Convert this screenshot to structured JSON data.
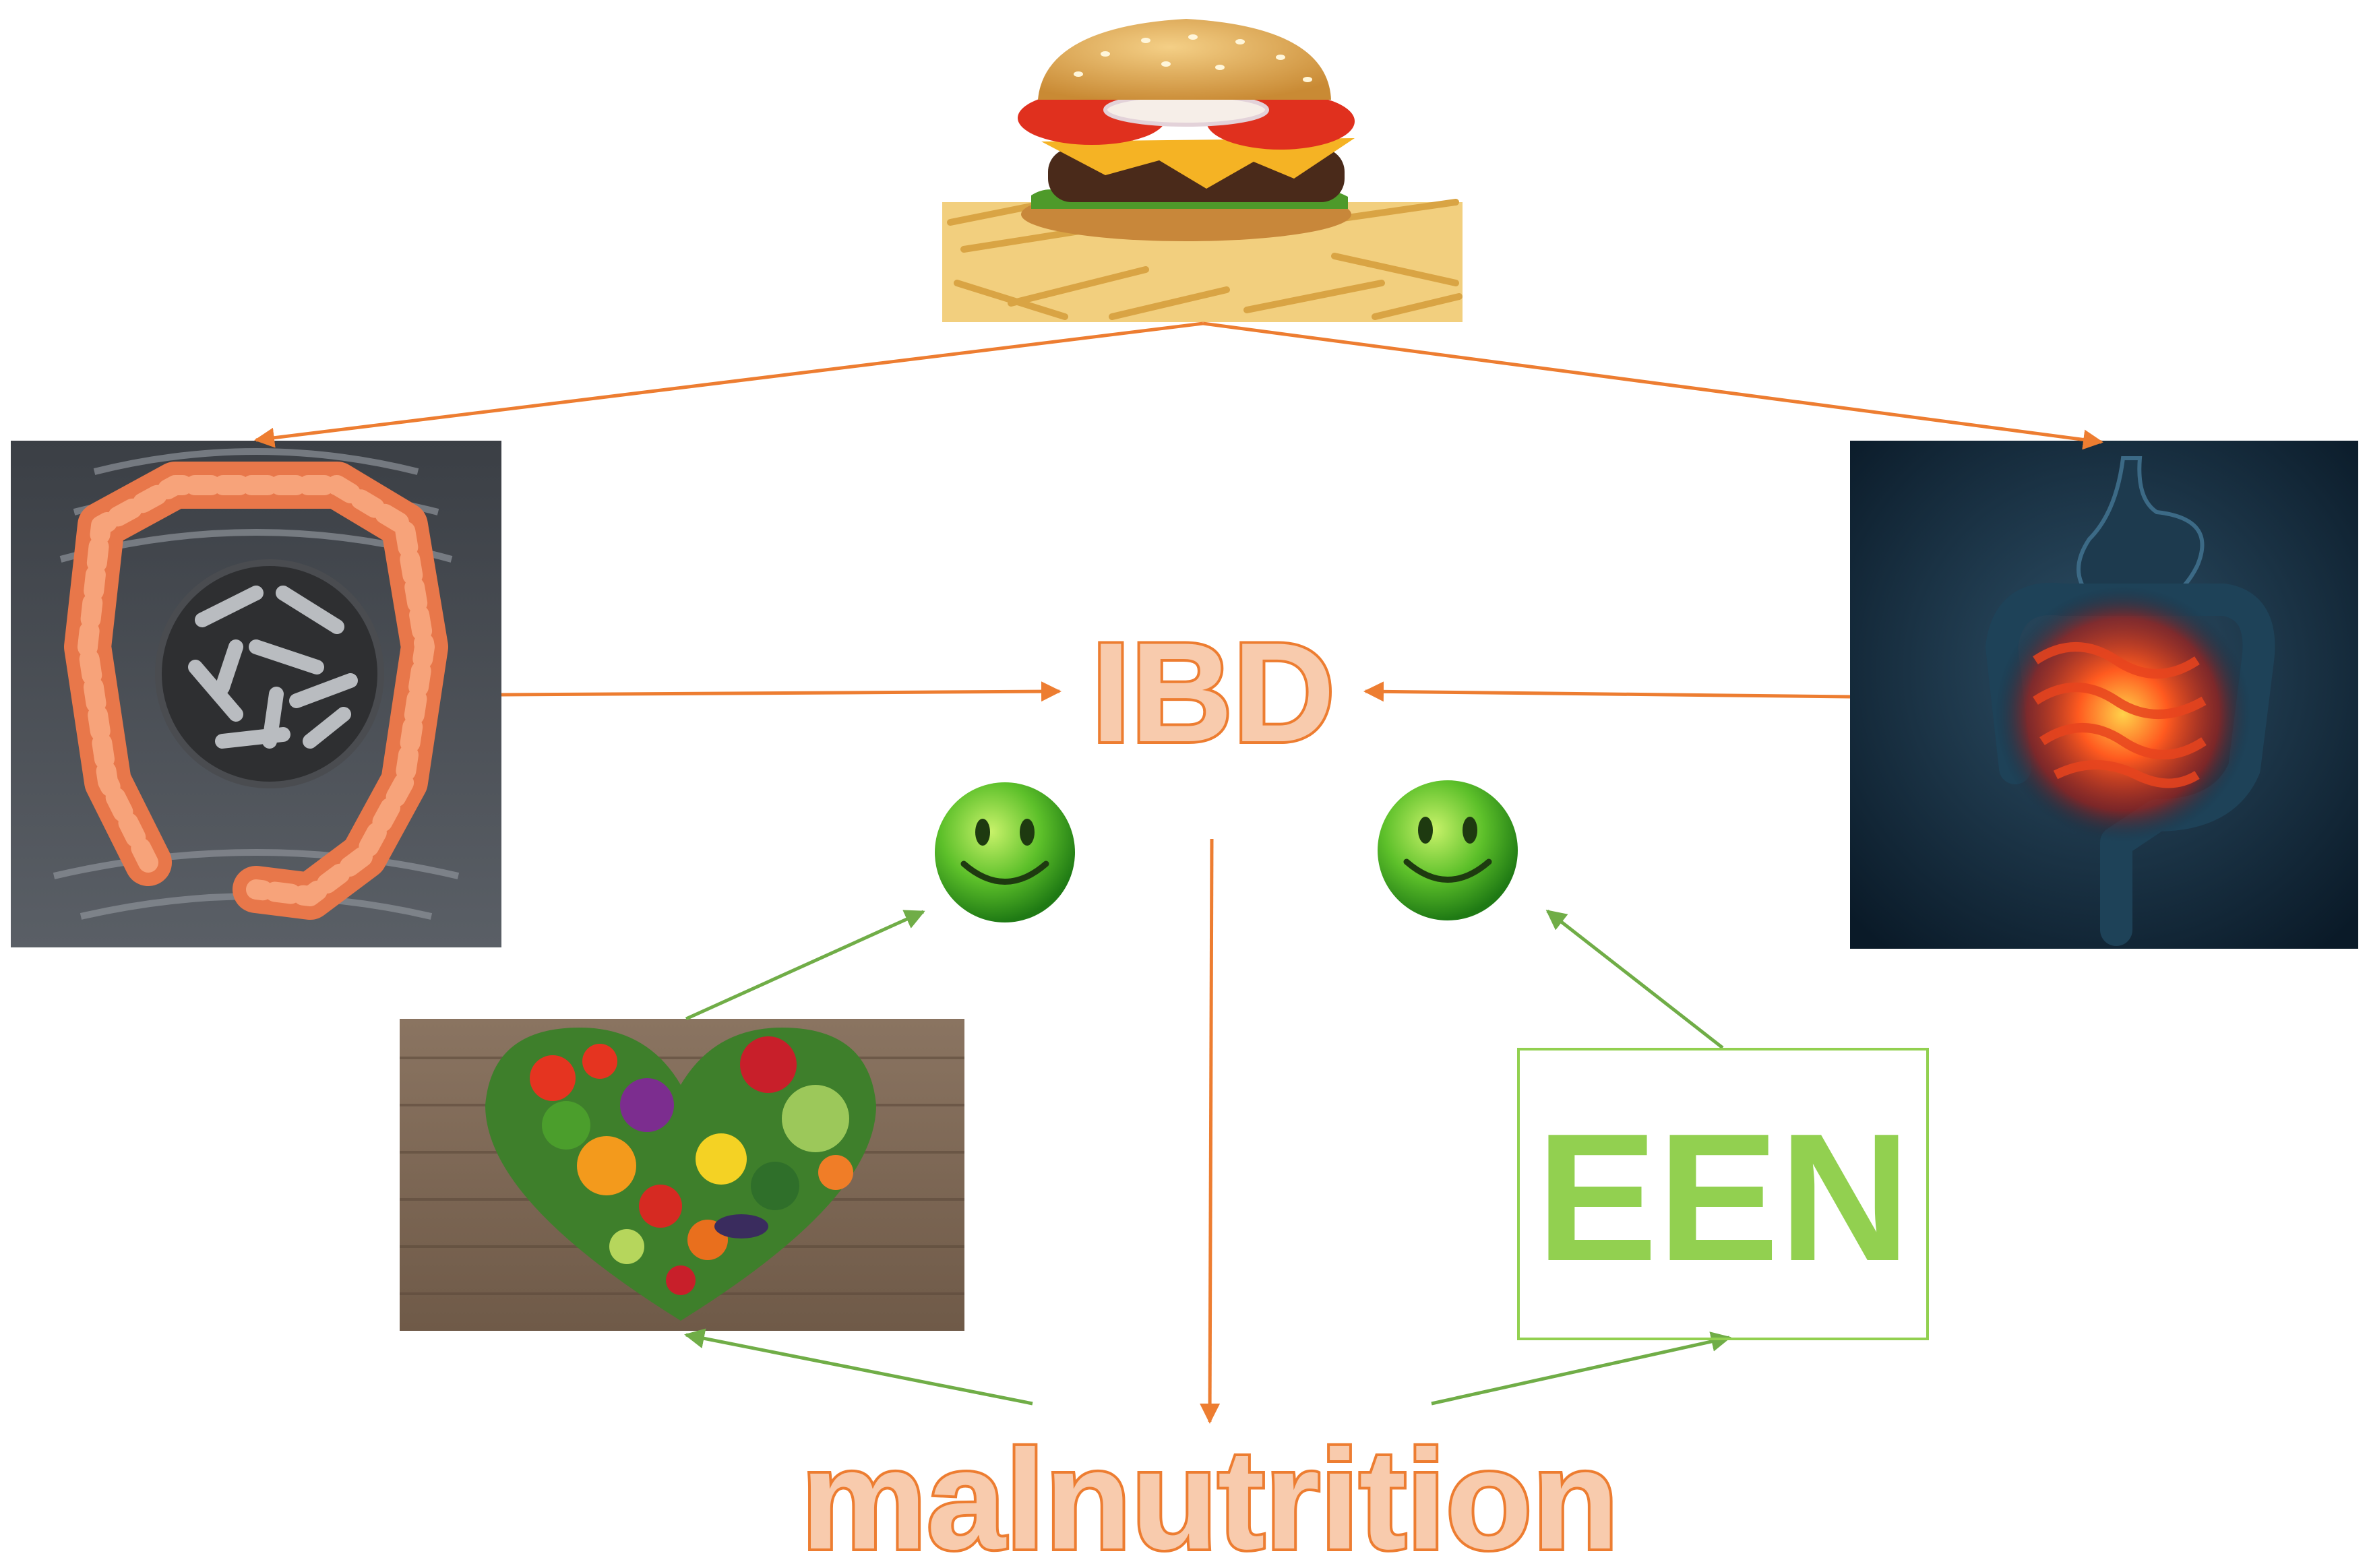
{
  "labels": {
    "ibd": "IBD",
    "malnutrition": "malnutrition",
    "een": "EEN"
  },
  "images": {
    "fast_food": "burger-and-fries-image",
    "colon_bacteria": "colon-with-bacteria-image",
    "inflamed_intestine": "inflamed-intestine-image",
    "vegetable_heart": "vegetable-heart-image"
  },
  "icons": {
    "left_smiley": "smiley-face-icon",
    "right_smiley": "smiley-face-icon"
  },
  "colors": {
    "orange_arrow": "#ED7D31",
    "orange_text_fill": "#F8CBAD",
    "green_arrow": "#70AD47",
    "green_text": "#92D050",
    "smiley_green": "#4CAF25",
    "intestine_bg": "#0F2537",
    "intestine_glow": "#FF3A1A"
  }
}
